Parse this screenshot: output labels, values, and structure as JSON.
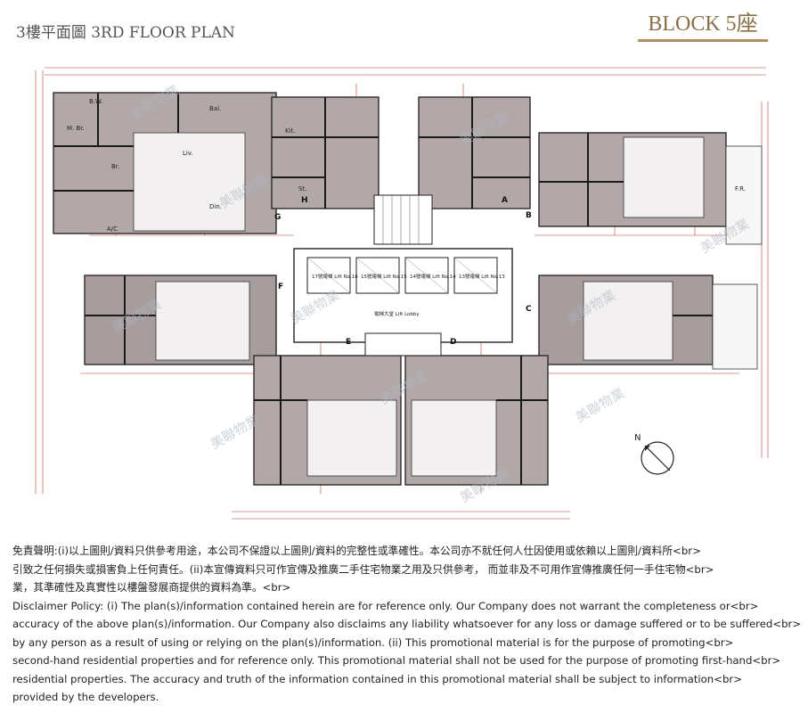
{
  "header": {
    "plan_title": "3樓平面圖 3RD FLOOR PLAN",
    "block_label": "BLOCK 5座"
  },
  "colors": {
    "unit_fill": "#b3a8a8",
    "unit_fill_alt": "#a89d9d",
    "dim_red": "#c0392b",
    "block_accent": "#8a7048"
  },
  "plan": {
    "unit_letters": [
      "A",
      "B",
      "C",
      "D",
      "E",
      "F",
      "G",
      "H"
    ],
    "room_labels": [
      "B.W.",
      "M. Br.",
      "Br.",
      "Liv.",
      "Din.",
      "Kit.",
      "St.",
      "Bal.",
      "A/C",
      "F.R."
    ],
    "lifts": [
      "17號電梯 Lift No.16",
      "15號電梯 Lift No.15",
      "14號電梯 Lift No.14",
      "13號電梯 Lift No.13"
    ],
    "lift_lobby": "電梯大堂 Lift Lobby",
    "north_label": "N",
    "watermark": "美聯物業"
  },
  "disclaimer_lines": [
    "免責聲明:(i)以上圖則/資料只供參考用途，本公司不保證以上圖則/資料的完整性或準確性。本公司亦不就任何人仕因使用或依賴以上圖則/資料所<br>",
    "引致之任何損失或損害負上任何責任。(ii)本宣傳資料只可作宣傳及推廣二手住宅物業之用及只供參考， 而並非及不可用作宣傳推廣任何一手住宅物<br>",
    "業，其準確性及真實性以樓盤發展商提供的資料為準。<br>",
    "Disclaimer Policy: (i) The plan(s)/information contained herein are for reference only. Our Company does not warrant the completeness or<br>",
    "accuracy of the above plan(s)/information. Our Company also disclaims any liability whatsoever for any loss or damage suffered or to be suffered<br>",
    "by any person as a result of using or relying on the plan(s)/information. (ii) This promotional material is for the purpose of promoting<br>",
    "second-hand residential properties and for reference only. This promotional material shall not be used for the purpose of promoting first-hand<br>",
    "residential properties. The accuracy and truth of the information contained in this promotional material shall be subject to information<br>",
    "provided by the developers."
  ]
}
